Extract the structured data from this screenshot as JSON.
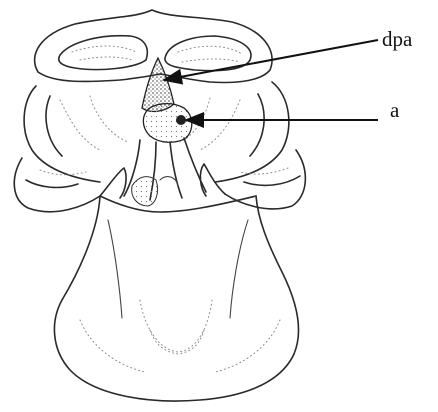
{
  "labels": [
    {
      "id": "dpa",
      "text": "dpa"
    },
    {
      "id": "a",
      "text": "a"
    }
  ],
  "colors": {
    "ink": "#2a2a2a",
    "stipple": "#8a8a8a",
    "background": "#ffffff"
  }
}
